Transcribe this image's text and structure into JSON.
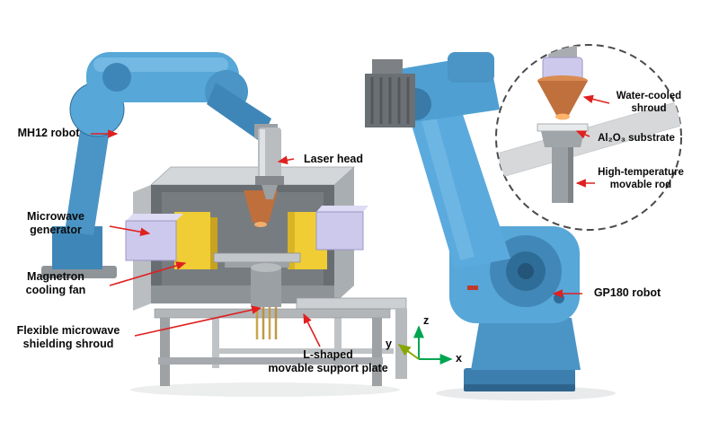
{
  "figure": {
    "labels": {
      "mh12": "MH12 robot",
      "laser_head": "Laser head",
      "microwave_generator": "Microwave\ngenerator",
      "magnetron_cooling_fan": "Magnetron\ncooling fan",
      "flexible_shroud": "Flexible microwave\nshielding shroud",
      "l_shaped_plate": "L-shaped\nmovable support plate",
      "gp180": "GP180 robot"
    },
    "inset_labels": {
      "water_cooled_shroud": "Water-cooled\nshroud",
      "substrate": "Al₂O₃ substrate",
      "movable_rod": "High-temperature\nmovable rod"
    },
    "axes": {
      "x": "x",
      "y": "y",
      "z": "z"
    },
    "colors": {
      "arrow_red": "#e02020",
      "robot_blue": "#57a7d8",
      "robot_blue_dark": "#3f86b8",
      "generator_lavender": "#cdc9ec",
      "waveguide_yellow": "#f0cc35",
      "shroud_copper": "#c0703d",
      "chamber_gray": "#a9aeb2",
      "axis_green": "#00a550",
      "axis_yellow_green": "#86a800"
    }
  }
}
